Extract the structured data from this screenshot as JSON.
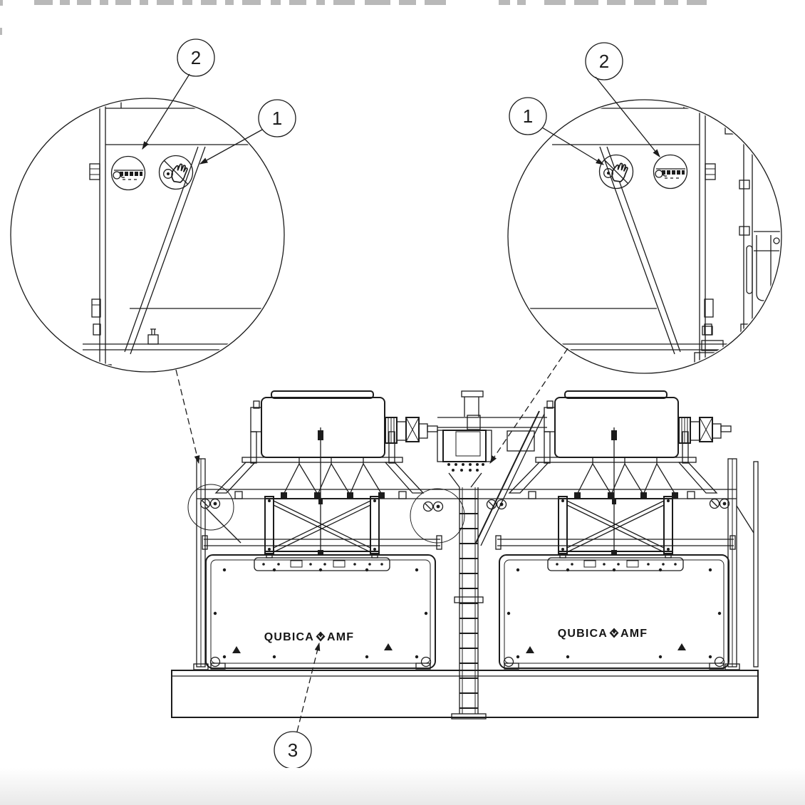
{
  "callouts": [
    {
      "id": "left-detail-2",
      "label": "2"
    },
    {
      "id": "left-detail-1",
      "label": "1"
    },
    {
      "id": "right-detail-1",
      "label": "1"
    },
    {
      "id": "right-detail-2",
      "label": "2"
    },
    {
      "id": "logo-3",
      "label": "3"
    }
  ],
  "brand": {
    "left": "QUBICA",
    "right": "AMF"
  },
  "safety_labels": [
    {
      "callout": "1",
      "icon": "no-hands-prohibition-icon"
    },
    {
      "callout": "2",
      "icon": "chain-track-pinch-hazard-icon"
    },
    {
      "callout": "3",
      "icon": "qubicaamf-logo"
    }
  ],
  "colors": {
    "line": "#1c1c1c",
    "clipped_header_text": "#a8a8a8",
    "page_fade_bottom": "#e9e9e9"
  }
}
